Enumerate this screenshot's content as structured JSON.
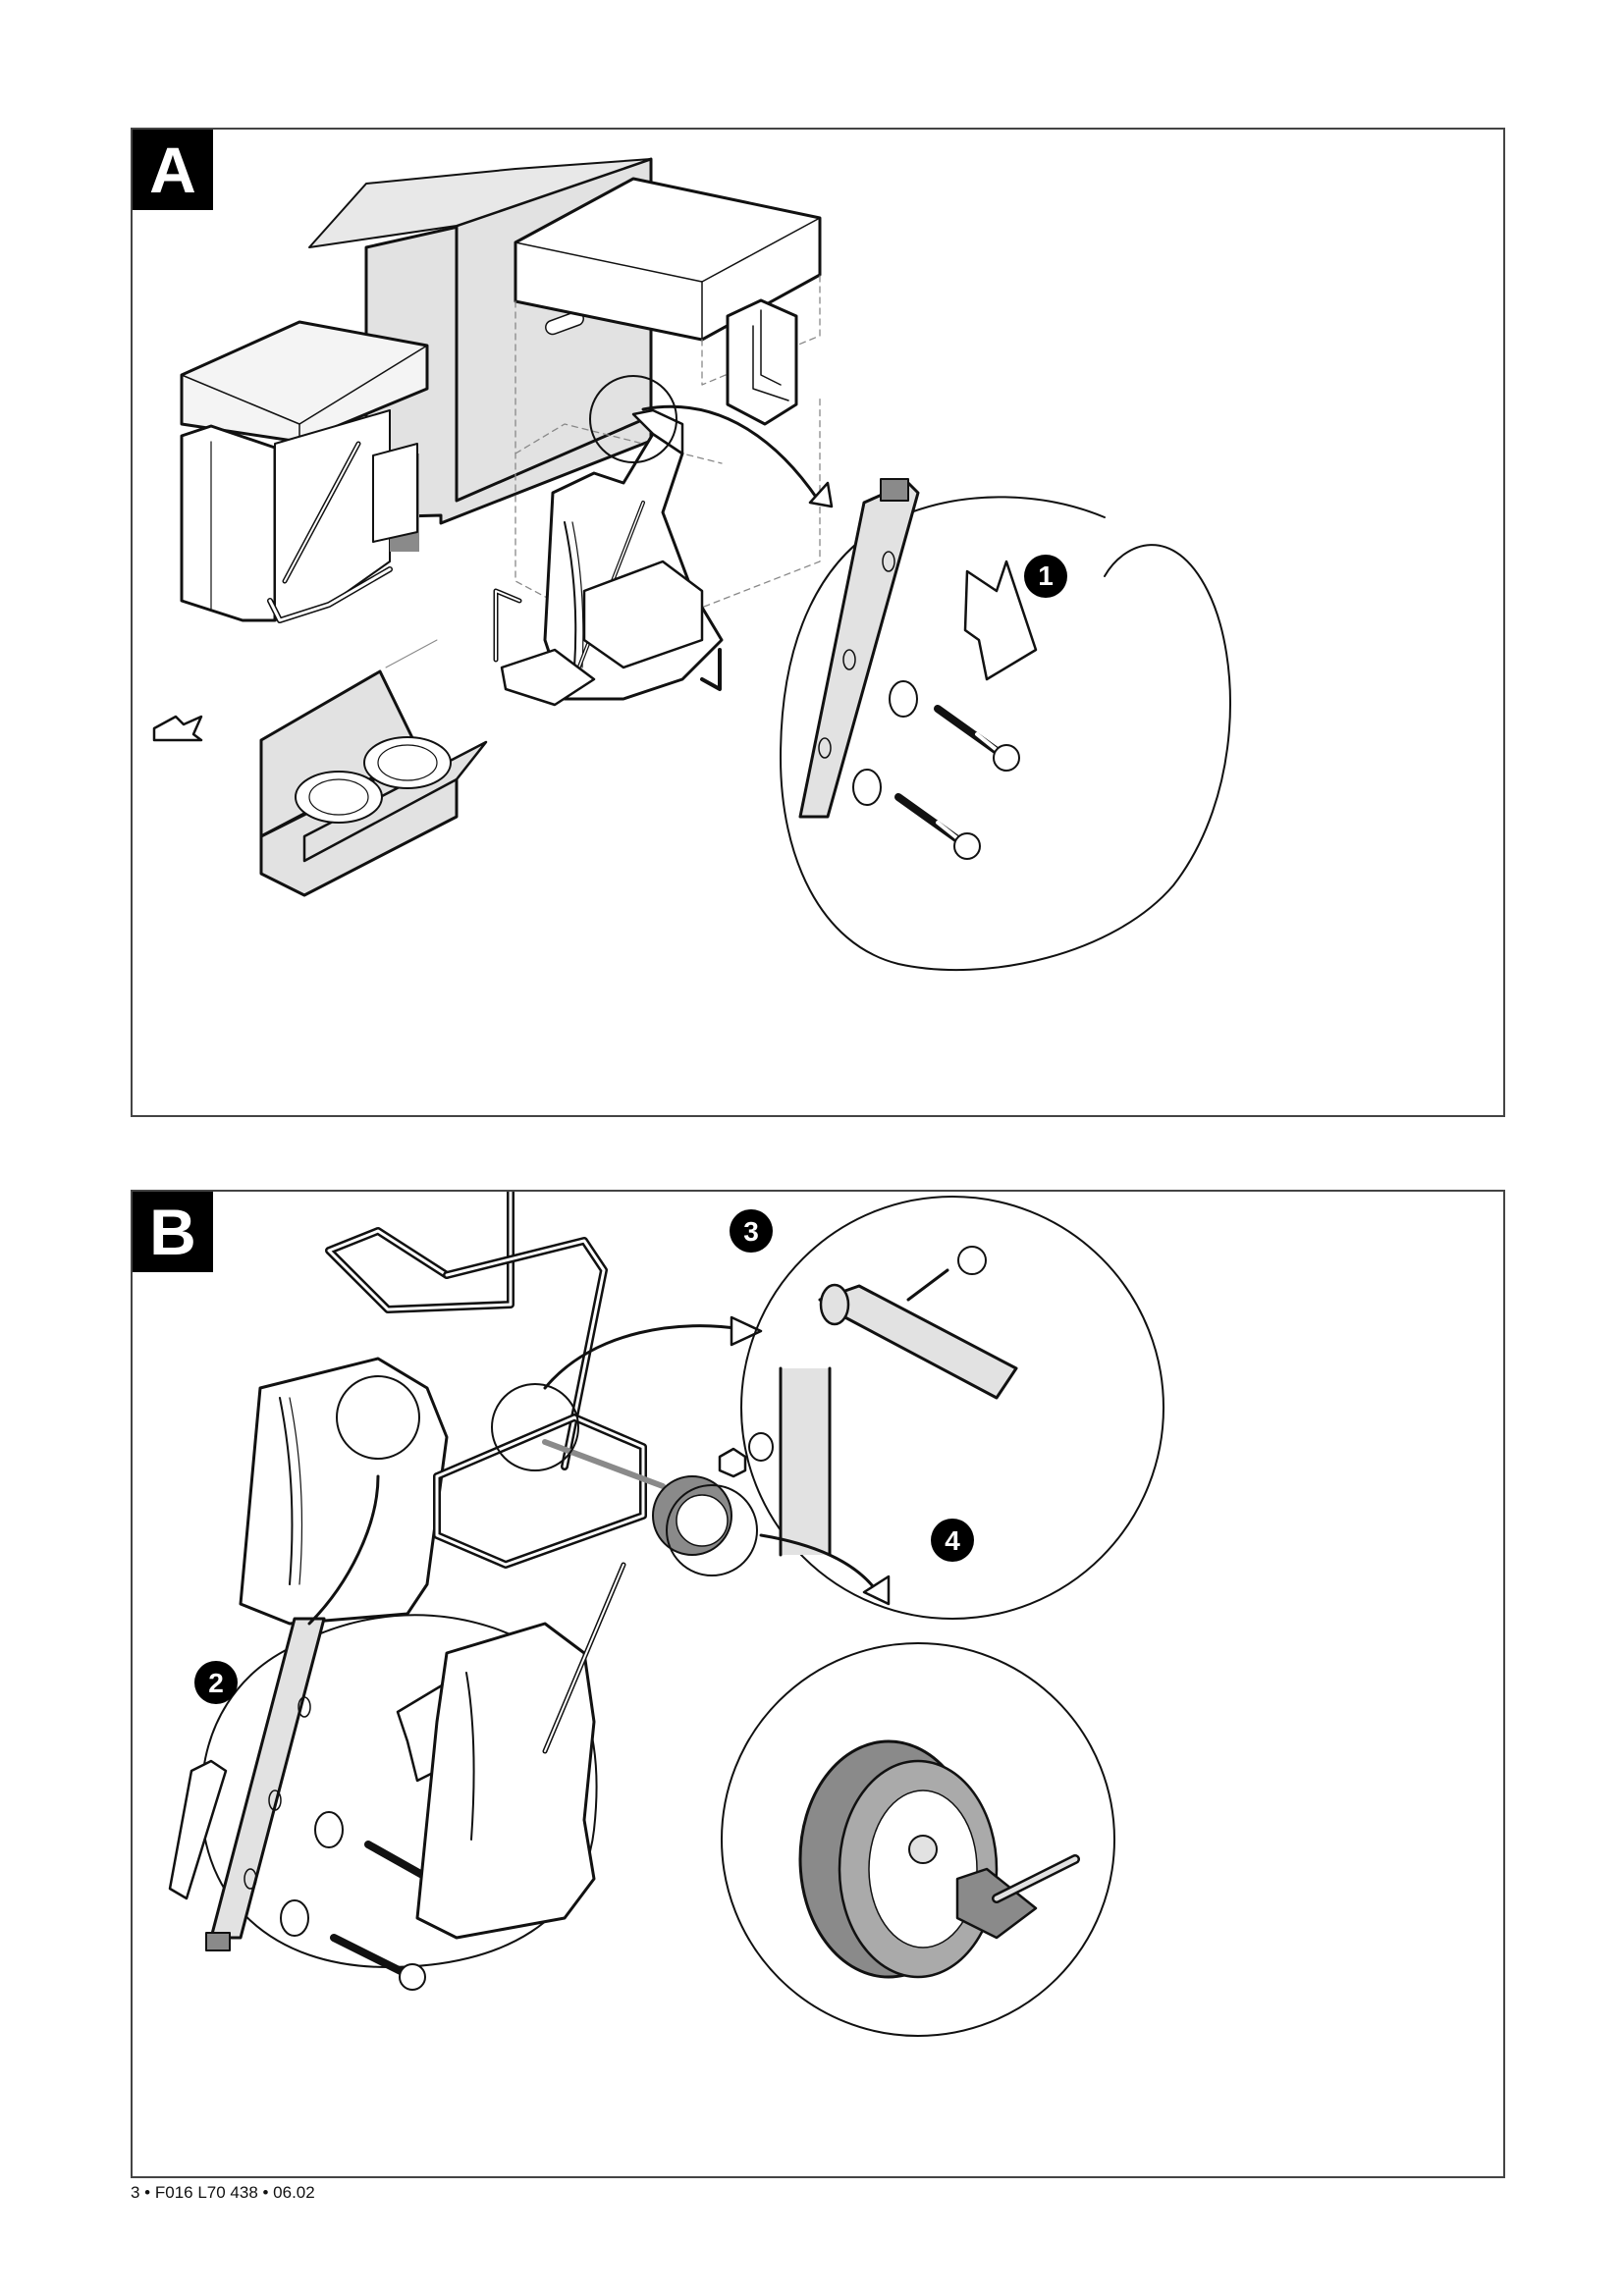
{
  "document": {
    "type": "assembly-instructions",
    "page_footer": "3 • F016 L70 438 • 06.02"
  },
  "panels": [
    {
      "label": "A",
      "description": "Unpacking the machine from its carton; parts shown: lid, housing, grass box, spacer, box of spare filters",
      "steps": [
        {
          "number": "1",
          "description": "Attach handle tube with two washers and two flange bolts"
        }
      ]
    },
    {
      "label": "B",
      "description": "Fitting handles, axle and wheels",
      "steps": [
        {
          "number": "2",
          "description": "Attach lower handle with two washers and two flange bolts"
        },
        {
          "number": "3",
          "description": "Insert axle bolt through frame, secure with washer and nut"
        },
        {
          "number": "4",
          "description": "Tap wheel hub cap onto axle with hammer"
        }
      ]
    }
  ],
  "colors": {
    "ink": "#111111",
    "panel_border": "#444444",
    "part_fill": "#e2e2e2",
    "dark_fill": "#8a8a8a",
    "badge": "#000000"
  }
}
